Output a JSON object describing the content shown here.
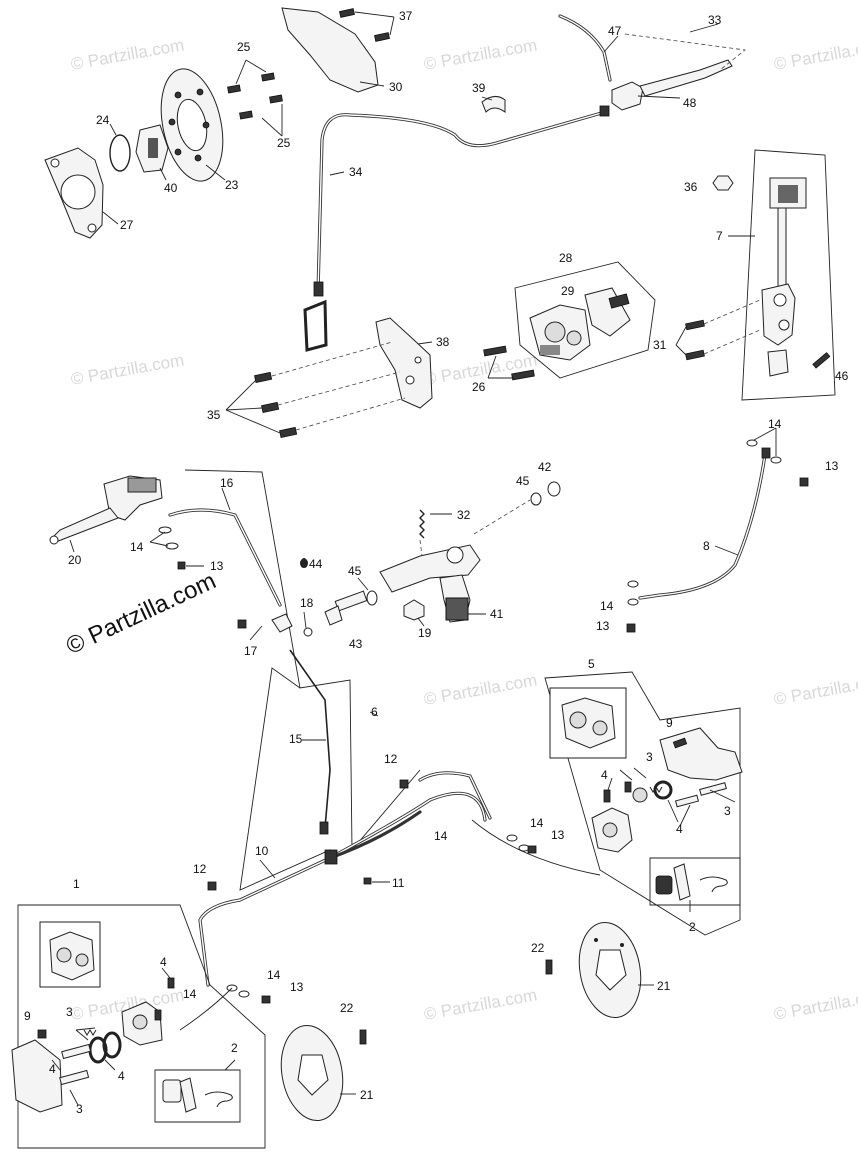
{
  "watermark": "© Partzilla.com",
  "main_watermark": "© Partzilla.com",
  "callouts": {
    "c1": "1",
    "c2a": "2",
    "c2b": "2",
    "c3a": "3",
    "c3b": "3",
    "c3c": "3",
    "c3d": "3",
    "c4a": "4",
    "c4b": "4",
    "c4c": "4",
    "c4d": "4",
    "c4e": "4",
    "c5": "5",
    "c6": "6",
    "c7": "7",
    "c8": "8",
    "c9a": "9",
    "c9b": "9",
    "c10": "10",
    "c11": "11",
    "c12a": "12",
    "c12b": "12",
    "c13a": "13",
    "c13b": "13",
    "c13c": "13",
    "c13d": "13",
    "c13e": "13",
    "c14a": "14",
    "c14b": "14",
    "c14c": "14",
    "c14d": "14",
    "c14e": "14",
    "c14f": "14",
    "c15": "15",
    "c16": "16",
    "c17": "17",
    "c18": "18",
    "c19": "19",
    "c20": "20",
    "c21a": "21",
    "c21b": "21",
    "c22a": "22",
    "c22b": "22",
    "c23": "23",
    "c24": "24",
    "c25a": "25",
    "c25b": "25",
    "c26": "26",
    "c27": "27",
    "c28": "28",
    "c29": "29",
    "c30": "30",
    "c31": "31",
    "c32": "32",
    "c33": "33",
    "c34": "34",
    "c35": "35",
    "c36": "36",
    "c37": "37",
    "c38": "38",
    "c39": "39",
    "c40": "40",
    "c41": "41",
    "c42": "42",
    "c43": "43",
    "c44": "44",
    "c45a": "45",
    "c45b": "45",
    "c46": "46",
    "c47": "47",
    "c48": "48"
  }
}
